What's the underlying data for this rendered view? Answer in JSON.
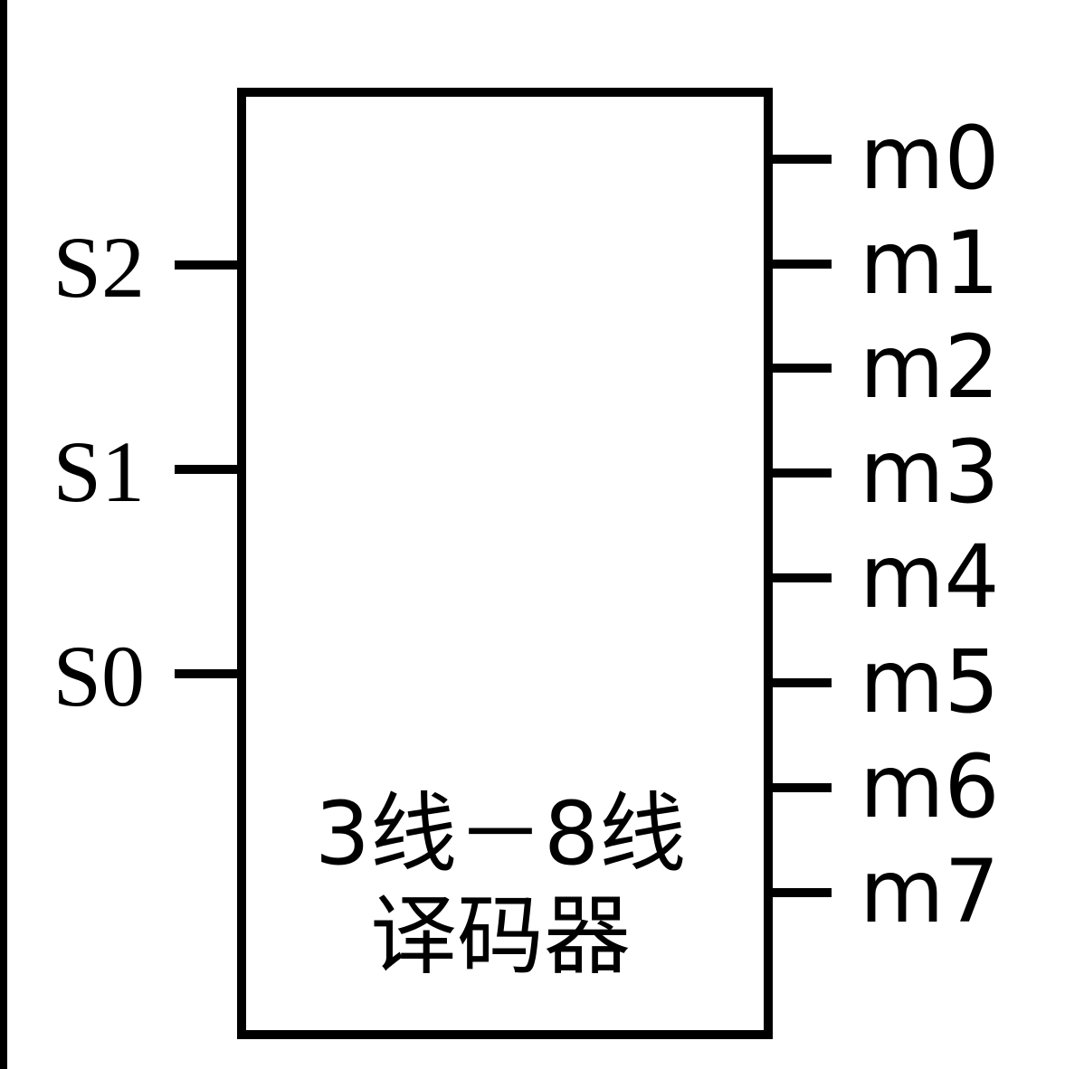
{
  "diagram": {
    "title_line1": "3线－8线",
    "title_line2": "译码器",
    "inputs": [
      "S2",
      "S1",
      "S0"
    ],
    "outputs": [
      "m0",
      "m1",
      "m2",
      "m3",
      "m4",
      "m5",
      "m6",
      "m7"
    ]
  },
  "colors": {
    "stroke": "#000000",
    "background": "#ffffff"
  }
}
